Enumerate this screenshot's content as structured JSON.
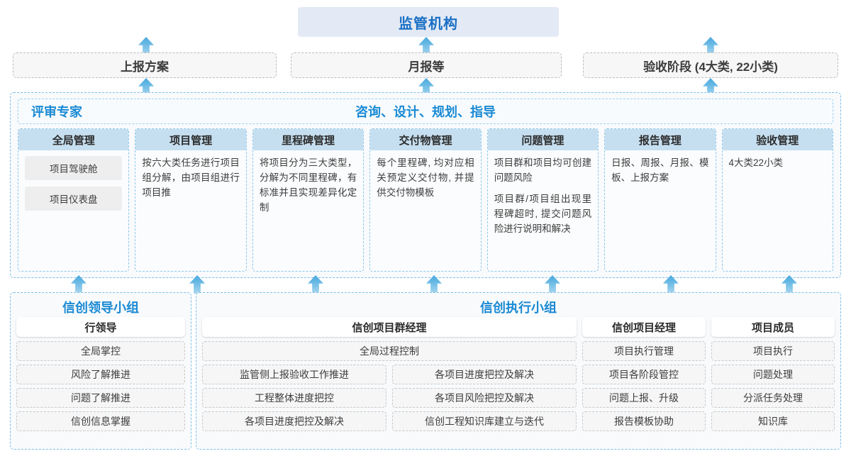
{
  "regulator": {
    "label": "监管机构"
  },
  "reports": [
    {
      "label": "上报方案"
    },
    {
      "label": "月报等"
    },
    {
      "label": "验收阶段 (4大类, 22小类)"
    }
  ],
  "middle": {
    "left_title": "评审专家",
    "center_title": "咨询、设计、规划、指导",
    "columns": [
      {
        "head": "全局管理",
        "paragraphs": [],
        "pills": [
          "项目驾驶舱",
          "项目仪表盘"
        ]
      },
      {
        "head": "项目管理",
        "paragraphs": [
          "按六大类任务进行项目组分解，由项目组进行项目推"
        ],
        "pills": []
      },
      {
        "head": "里程碑管理",
        "paragraphs": [
          "将项目分为三大类型，分解为不同里程碑，有标准并且实现差异化定制"
        ],
        "pills": []
      },
      {
        "head": "交付物管理",
        "paragraphs": [
          "每个里程碑, 均对应相关预定义交付物, 并提供交付物模板"
        ],
        "pills": []
      },
      {
        "head": "问题管理",
        "paragraphs": [
          "项目群和项目均可创建问题风险",
          "项目群/项目组出现里程碑超时, 提交问题风险进行说明和解决"
        ],
        "pills": []
      },
      {
        "head": "报告管理",
        "paragraphs": [
          "日报、周报、月报、模板、上报方案"
        ],
        "pills": []
      },
      {
        "head": "验收管理",
        "paragraphs": [
          "4大类22小类"
        ],
        "pills": []
      }
    ]
  },
  "bottom": {
    "leader_group": {
      "title": "信创领导小组",
      "role": "行领导",
      "duties": [
        "全局掌控",
        "风险了解推进",
        "问题了解推进",
        "信创信息掌握"
      ]
    },
    "exec_group": {
      "title": "信创执行小组",
      "program_manager": {
        "role": "信创项目群经理",
        "full_width_duty": "全局过程控制",
        "left_duties": [
          "监管侧上报验收工作推进",
          "工程整体进度把控",
          "各项目进度把控及解决"
        ],
        "right_duties": [
          "各项目进度把控及解决",
          "各项目风险把控及解决",
          "信创工程知识库建立与迭代"
        ]
      },
      "project_manager": {
        "role": "信创项目经理",
        "duties": [
          "项目执行管理",
          "项目各阶段管控",
          "问题上报、升级",
          "报告模板协助"
        ]
      },
      "project_member": {
        "role": "项目成员",
        "duties": [
          "项目执行",
          "问题处理",
          "分派任务处理",
          "知识库"
        ]
      }
    }
  },
  "colors": {
    "accent_blue": "#1a8ad4",
    "regulator_bg": "#e3eaf5",
    "column_head_bg": "#c6dff0",
    "arrow_blue": "#4aa8dd"
  }
}
